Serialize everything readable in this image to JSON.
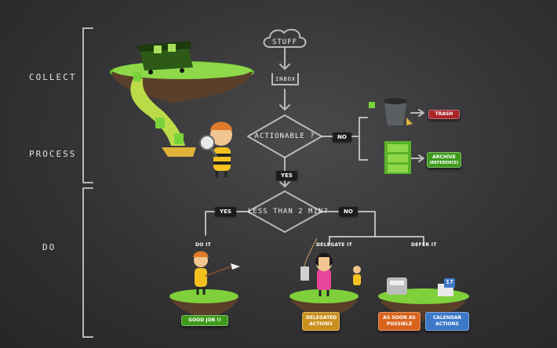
{
  "phases": {
    "collect": "COLLECT",
    "process": "PROCESS",
    "do": "DO"
  },
  "nodes": {
    "stuff": "STUFF",
    "inbox": "INBOX",
    "actionable": "ACTIONABLE ?",
    "less_than": "LESS THAN 2 MIN?"
  },
  "edges": {
    "actionable_no": "NO",
    "actionable_yes": "YES",
    "less_yes": "YES",
    "less_no": "NO"
  },
  "branches": {
    "do_it": "DO IT",
    "delegate_it": "DELEGATE IT",
    "defer_it": "DEFER IT"
  },
  "outcomes": {
    "trash": "TRASH",
    "archive": "ARCHIVE",
    "archive_sub": "(REFERENCE)",
    "good_job": "GOOD JOB !!",
    "delegated": "DELEGATED ACTIONS",
    "asap": "AS SOON AS POSSIBLE",
    "calendar": "CALENDAR ACTIONS",
    "calendar_day": "17"
  },
  "colors": {
    "island_grass": "#6fc22e",
    "green_badge": "#3f9a1c",
    "trash_badge": "#a8262a",
    "delegated_badge": "#c9901e",
    "asap_badge": "#d8641c",
    "calendar_badge": "#3c78c8"
  }
}
